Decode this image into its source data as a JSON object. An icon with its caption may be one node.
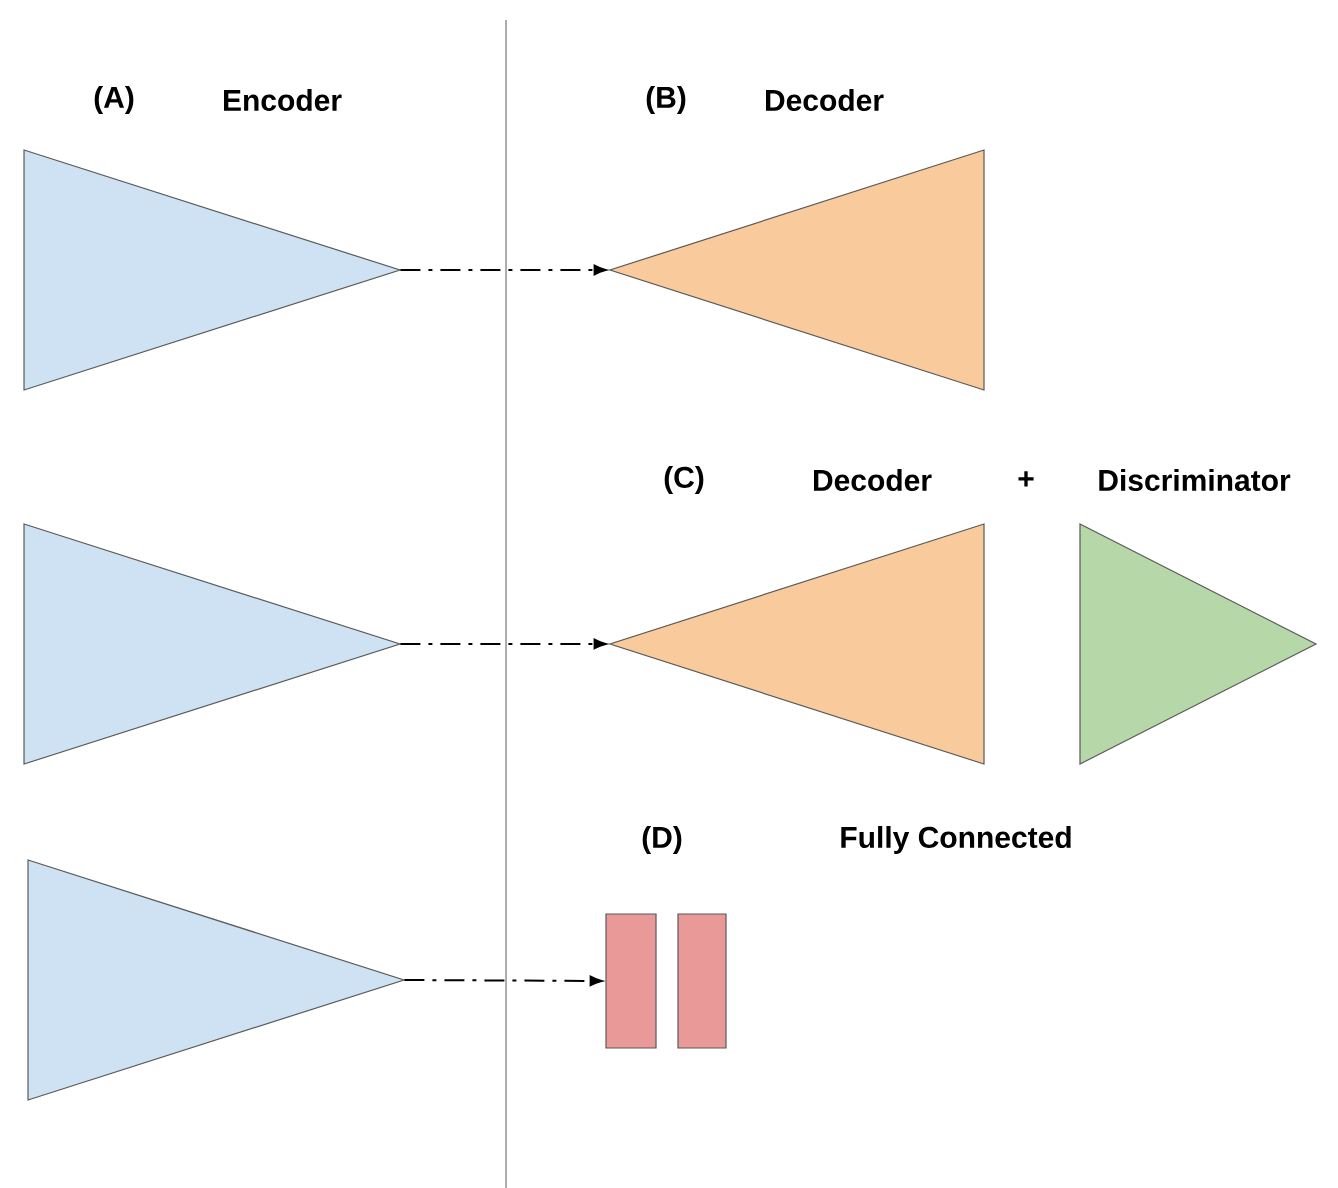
{
  "diagram": {
    "nodes": [
      {
        "text": [],
        "shape": "triangle"
      },
      {
        "text": [],
        "shape": "triangle"
      },
      {
        "text": [],
        "shape": "triangle"
      },
      {
        "text": [],
        "shape": "triangle"
      },
      {
        "text": [],
        "shape": "triangle"
      },
      {
        "text": [],
        "shape": "triangle"
      },
      {
        "text": [],
        "shape": "bar"
      },
      {
        "text": [],
        "shape": "bar"
      }
    ],
    "edges": [
      {
        "from": 0,
        "to": 1,
        "arrow": "to",
        "style": "dashed"
      },
      {
        "from": 2,
        "to": 3,
        "arrow": "to",
        "style": "dashed"
      },
      {
        "from": 5,
        "to": 6,
        "arrow": "to",
        "style": "dashed"
      }
    ],
    "labels": [
      "(A)",
      "Encoder",
      "(B)",
      "Decoder",
      "(C)",
      "Decoder",
      "+",
      "Discriminator",
      "(D)",
      "Fully Connected"
    ]
  }
}
